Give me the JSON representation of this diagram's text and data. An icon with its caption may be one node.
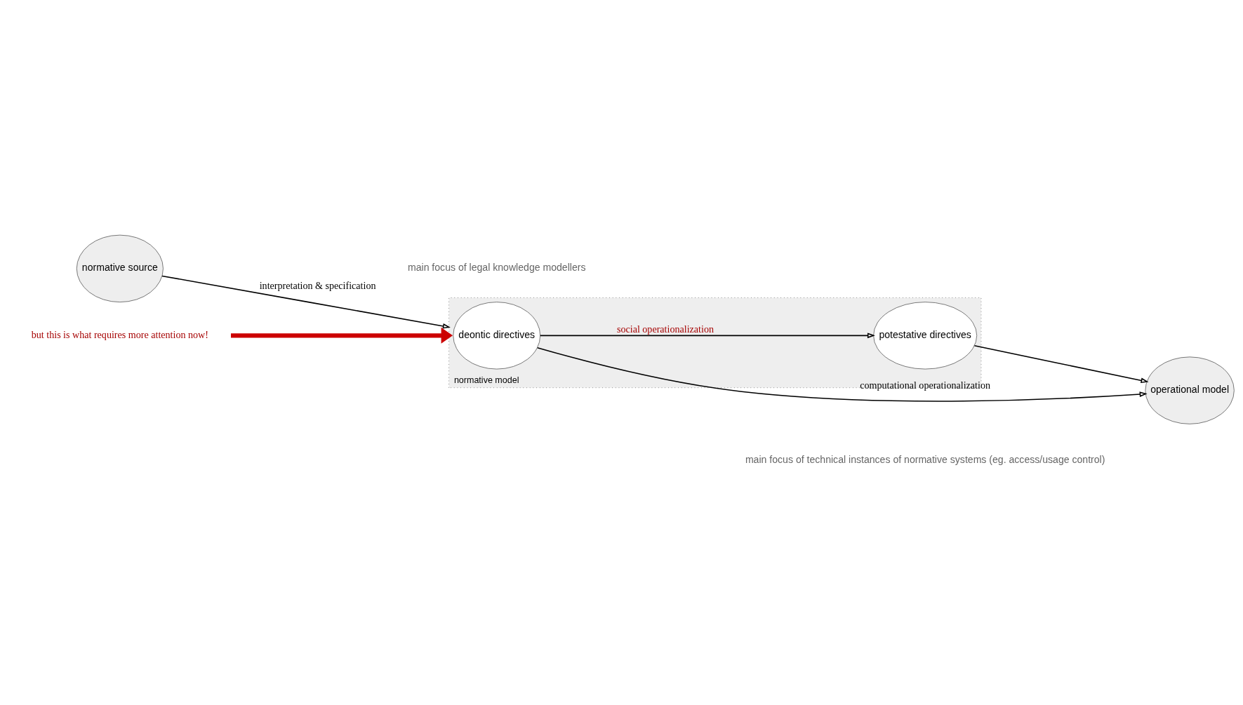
{
  "diagram": {
    "nodes": [
      {
        "text": [
          "normative source"
        ]
      },
      {
        "text": [
          "normative model"
        ]
      },
      {
        "text": [
          "deontic directives"
        ],
        "in": 1
      },
      {
        "text": [
          "potestative directives"
        ],
        "in": 1
      },
      {
        "text": [
          "operational model"
        ]
      },
      {
        "text": [
          "but this is what requires more attention now!"
        ]
      }
    ],
    "edges": [
      {
        "from": 0,
        "to": 1,
        "arrow": "to",
        "label": "interpretation & specification"
      },
      {
        "from": 2,
        "to": 3,
        "arrow": "to",
        "label": "social operationalization"
      },
      {
        "from": 2,
        "to": 4,
        "arrow": "to",
        "label": "computational operationalization"
      },
      {
        "from": 3,
        "to": 4,
        "arrow": "to"
      },
      {
        "from": 5,
        "to": 1,
        "arrow": "to",
        "style": "thick",
        "color": "#cc0000"
      }
    ],
    "labels": [
      "main focus of legal knowledge modellers",
      "main focus of technical instances of normative systems (eg. access/usage control)"
    ]
  }
}
